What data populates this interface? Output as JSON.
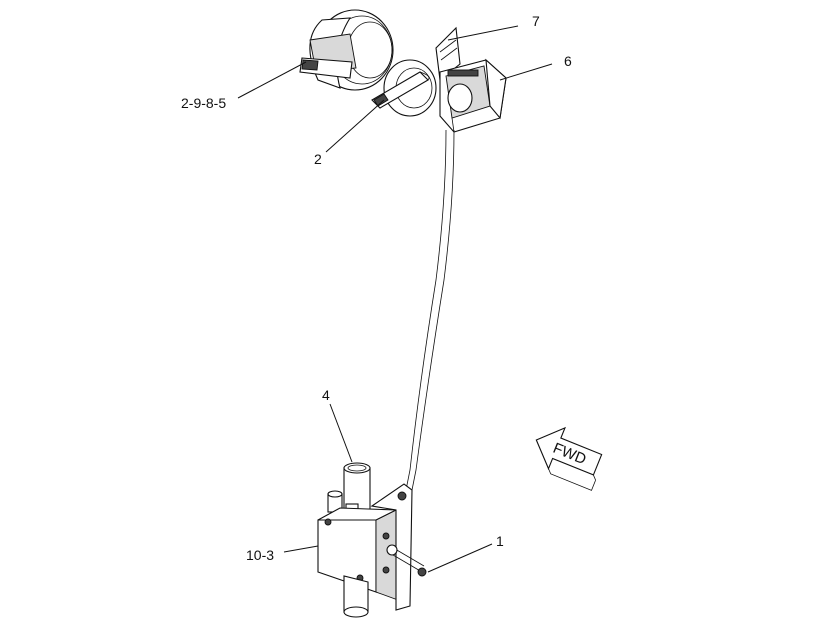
{
  "callouts": {
    "c1": "1",
    "c2": "2",
    "c2985": "2-9-8-5",
    "c4": "4",
    "c6": "6",
    "c7": "7",
    "c103": "10-3"
  },
  "direction_arrow": {
    "label": "FWD"
  }
}
